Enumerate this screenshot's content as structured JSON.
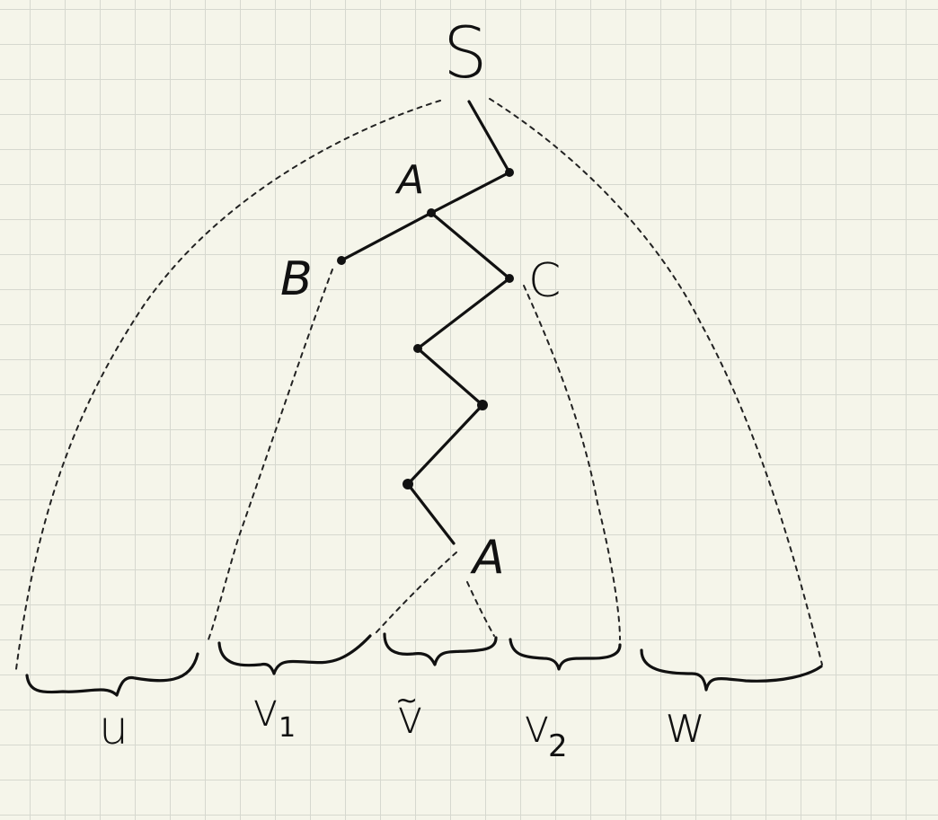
{
  "diagram": {
    "root_label": "S",
    "node_labels": {
      "a_upper": "A",
      "b": "B",
      "c": "C",
      "a_lower": "A"
    },
    "subtree_labels": {
      "u": "u",
      "v1_base": "v",
      "v1_sub": "1",
      "v_tilde_base": "v",
      "v_tilde_mark": "~",
      "v2_base": "v",
      "v2_sub": "2",
      "w": "w"
    },
    "colors": {
      "ink": "#111111",
      "paper": "#f5f5ea",
      "grid": "#d6d8cf"
    }
  }
}
